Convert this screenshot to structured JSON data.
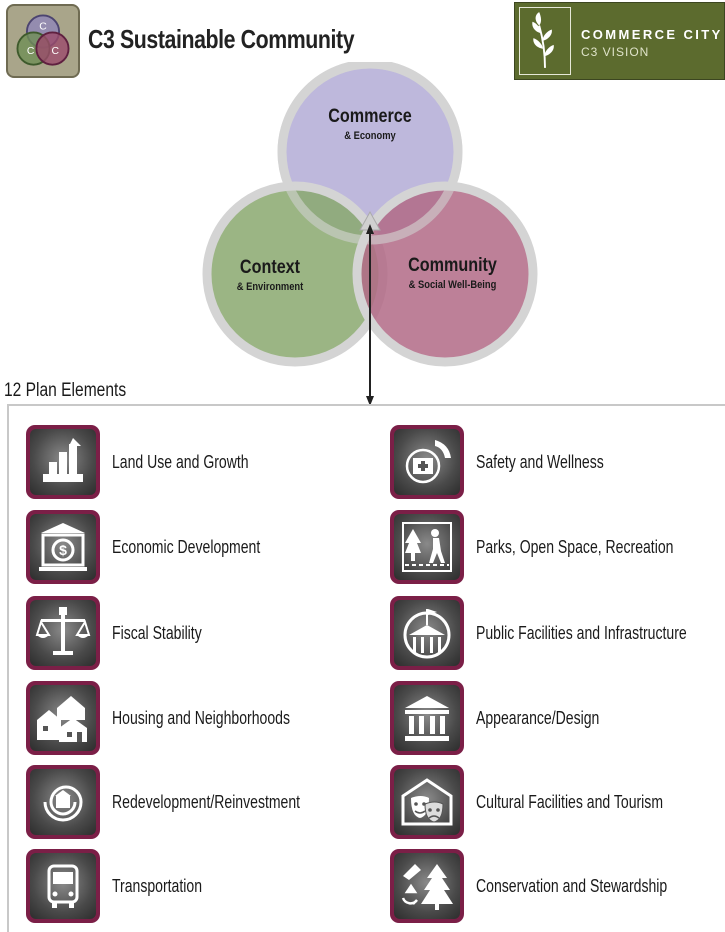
{
  "header": {
    "title": "C3 Sustainable Community",
    "logo_letters": [
      "C",
      "C",
      "C"
    ],
    "brand": {
      "line1": "COMMERCE CITY",
      "line2": "C3 VISION"
    }
  },
  "venn": {
    "circles": [
      {
        "title": "Commerce",
        "subtitle": "& Economy",
        "color": "#b3abd6"
      },
      {
        "title": "Context",
        "subtitle": "& Environment",
        "color": "#8aa86e"
      },
      {
        "title": "Community",
        "subtitle": "& Social Well-Being",
        "color": "#b26a86"
      }
    ]
  },
  "plan": {
    "heading": "12 Plan Elements",
    "tile_color": "#7b1f47",
    "left": [
      {
        "label": "Land Use and Growth",
        "icon": "growth-chart-icon"
      },
      {
        "label": "Economic Development",
        "icon": "bank-dollar-icon"
      },
      {
        "label": "Fiscal Stability",
        "icon": "balance-scale-icon"
      },
      {
        "label": "Housing and Neighborhoods",
        "icon": "houses-icon"
      },
      {
        "label": "Redevelopment/Reinvestment",
        "icon": "spiral-building-icon"
      },
      {
        "label": "Transportation",
        "icon": "bus-icon"
      }
    ],
    "right": [
      {
        "label": "Safety and Wellness",
        "icon": "medical-phone-icon"
      },
      {
        "label": "Parks, Open Space, Recreation",
        "icon": "hiker-trees-icon"
      },
      {
        "label": "Public Facilities and Infrastructure",
        "icon": "civic-building-flag-icon"
      },
      {
        "label": "Appearance/Design",
        "icon": "columns-building-icon"
      },
      {
        "label": "Cultural Facilities and Tourism",
        "icon": "theater-masks-icon"
      },
      {
        "label": "Conservation and Stewardship",
        "icon": "recycle-tree-icon"
      }
    ]
  }
}
